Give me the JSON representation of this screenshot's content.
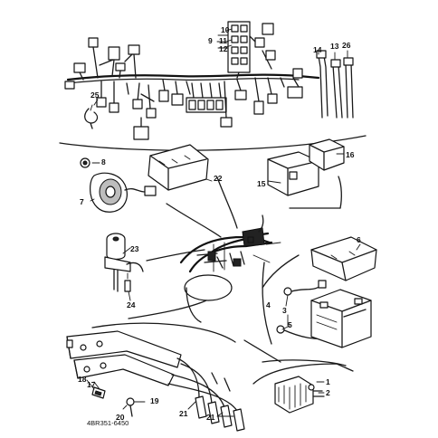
{
  "diagram": {
    "code": "4BR351-6450",
    "callouts": {
      "c1": "1",
      "c2": "2",
      "c3": "3",
      "c4": "4",
      "c5": "5",
      "c6": "6",
      "c7": "7",
      "c8": "8",
      "c9": "9",
      "c10": "10",
      "c11": "11",
      "c12": "12",
      "c13": "13",
      "c14": "14",
      "c15": "15",
      "c16": "16",
      "c17": "17",
      "c18": "18",
      "c19": "19",
      "c20": "20",
      "c21a": "21",
      "c21b": "21",
      "c22": "22",
      "c23": "23",
      "c24": "24",
      "c25": "25",
      "c26": "26"
    }
  }
}
